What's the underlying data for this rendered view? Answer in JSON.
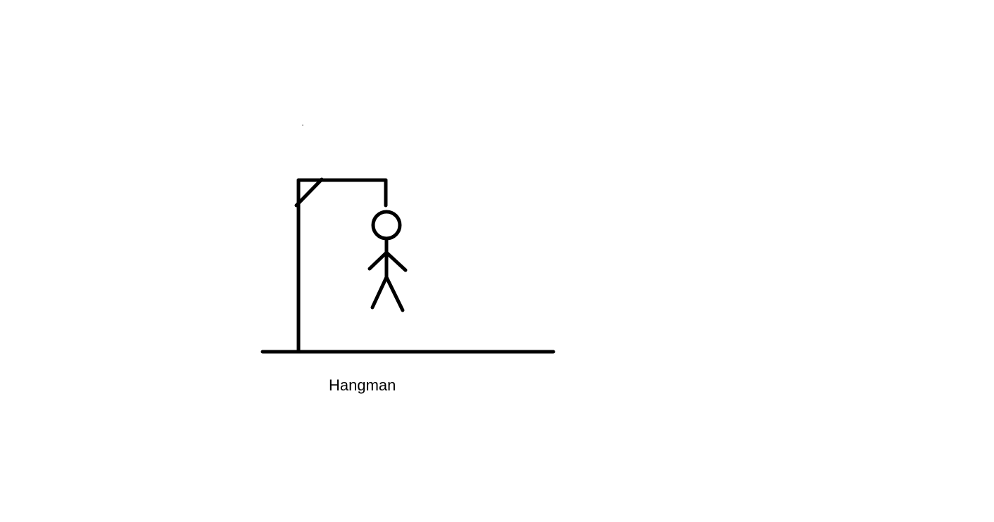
{
  "caption": "Hangman",
  "colors": {
    "background": "#ffffff",
    "stroke": "#000000"
  },
  "game": {
    "figure_parts_drawn": [
      "head",
      "body",
      "left-arm",
      "right-arm",
      "left-leg",
      "right-leg"
    ]
  }
}
